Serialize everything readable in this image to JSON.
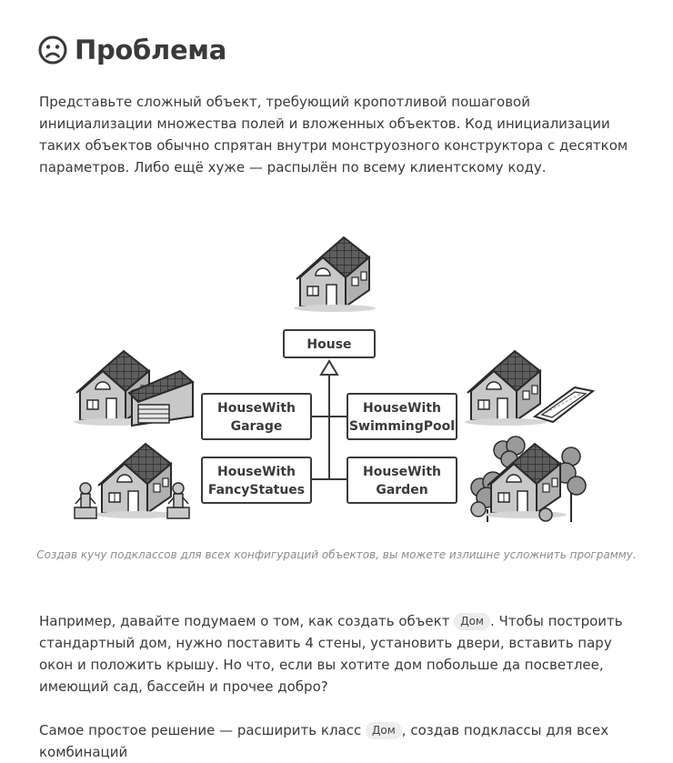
{
  "section": {
    "icon": "sad-face-icon",
    "title": "Проблема"
  },
  "intro": "Представьте сложный объект, требующий кропотливой пошаговой инициализации множества полей и вложенных объектов. Код инициализации таких объектов обычно спрятан внутри монструозного конструктора с десятком параметров. Либо ещё хуже — распылён по всему клиентскому коду.",
  "diagram": {
    "base_class": "House",
    "subclasses": [
      {
        "line1": "HouseWith",
        "line2": "Garage",
        "illustration": "house-with-garage"
      },
      {
        "line1": "HouseWith",
        "line2": "SwimmingPool",
        "illustration": "house-with-pool"
      },
      {
        "line1": "HouseWith",
        "line2": "FancyStatues",
        "illustration": "house-with-statues"
      },
      {
        "line1": "HouseWith",
        "line2": "Garden",
        "illustration": "house-with-garden"
      }
    ],
    "caption": "Создав кучу подклассов для всех конфигураций объектов, вы можете излишне усложнить программу."
  },
  "para2": {
    "before": "Например, давайте подумаем о том, как создать объект ",
    "code": "Дом",
    "after": ". Чтобы построить стандартный дом, нужно поставить 4 стены, установить двери, вставить пару окон и положить крышу. Но что, если вы хотите дом побольше да посветлее, имеющий сад, бассейн и прочее добро?"
  },
  "para3": {
    "before": "Самое простое решение — расширить класс ",
    "code": "Дом",
    "after": ", создав подклассы для всех комбинаций"
  }
}
